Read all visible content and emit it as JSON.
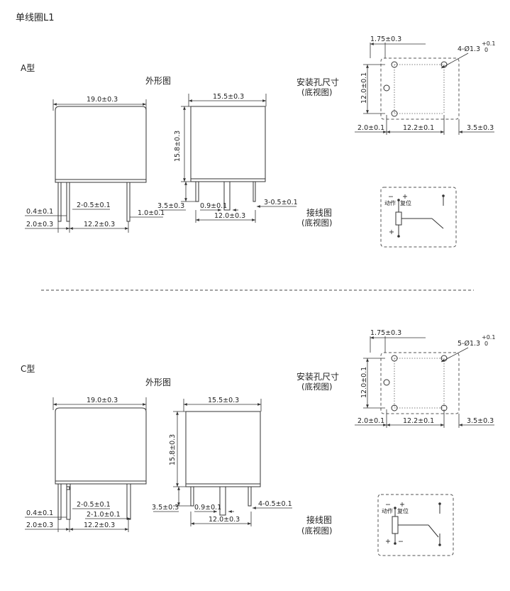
{
  "page": {
    "title": "单线圈L1"
  },
  "typeA": {
    "label": "A型",
    "outline_title": "外形图",
    "dims": {
      "width_front": "19.0±0.3",
      "width_side": "15.5±0.3",
      "height": "15.8±0.3",
      "pin_width_a": "0.4±0.1",
      "pin_pitch_small": "2.0±0.3",
      "pin_group_2": "2-0.5±0.1",
      "pin_width_b": "1.0±0.1",
      "pin_pitch_main": "12.2±0.3",
      "standoff": "3.5±0.3",
      "side_pin_width": "0.9±0.1",
      "side_pin_group": "3-0.5±0.1",
      "side_pitch": "12.0±0.3"
    },
    "mount": {
      "title": "安装孔尺寸",
      "subtitle": "(底视图)",
      "top_offset": "1.75±0.3",
      "holes": "4-Ø1.3",
      "tol_plus": "+0.1",
      "tol_zero": "0",
      "vertical": "12.0±0.1",
      "left": "2.0±0.1",
      "middle": "12.2±0.1",
      "right": "3.5±0.3"
    },
    "wiring": {
      "title": "接线图",
      "subtitle": "(底视图)",
      "minus": "−",
      "plus": "+",
      "action": "动作",
      "reset": "复位"
    }
  },
  "typeC": {
    "label": "C型",
    "outline_title": "外形图",
    "dims": {
      "width_front": "19.0±0.3",
      "width_side": "15.5±0.3",
      "height": "15.8±0.3",
      "pin_width_a": "0.4±0.1",
      "pin_pitch_small": "2.0±0.3",
      "pin_group_2": "2-0.5±0.1",
      "pin_group_1": "2-1.0±0.1",
      "pin_pitch_main": "12.2±0.3",
      "standoff": "3.5±0.3",
      "side_pin_width": "0.9±0.1",
      "side_pin_group": "4-0.5±0.1",
      "side_pitch": "12.0±0.3"
    },
    "mount": {
      "title": "安装孔尺寸",
      "subtitle": "(底视图)",
      "top_offset": "1.75±0.3",
      "holes": "5-Ø1.3",
      "tol_plus": "+0.1",
      "tol_zero": "0",
      "vertical": "12.0±0.1",
      "left": "2.0±0.1",
      "middle": "12.2±0.1",
      "right": "3.5±0.3"
    },
    "wiring": {
      "title": "接线图",
      "subtitle": "(底视图)",
      "minus": "−",
      "plus": "+",
      "action": "动作",
      "reset": "复位"
    }
  }
}
